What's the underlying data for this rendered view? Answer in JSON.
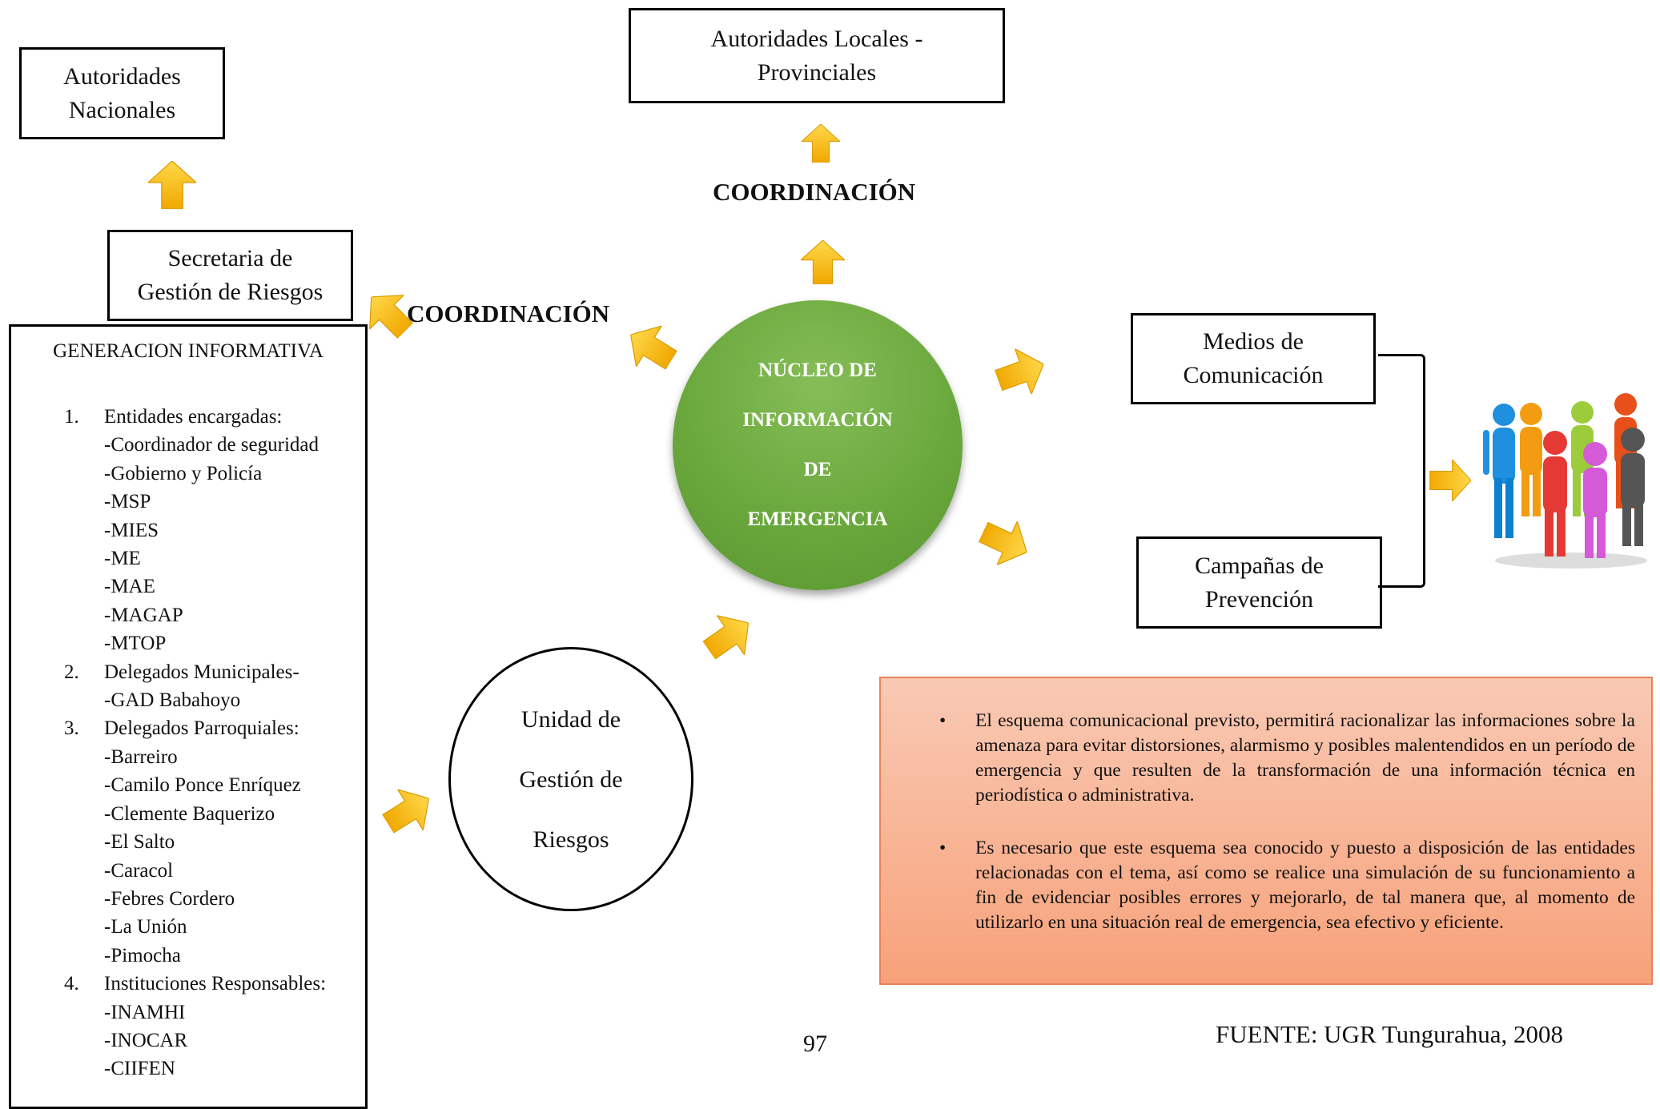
{
  "boxes": {
    "nacionales": "Autoridades\nNacionales",
    "locales": "Autoridades Locales -\nProvinciales",
    "secretaria": "Secretaria de\nGestión de Riesgos",
    "medios": "Medios de\nComunicación",
    "campanas": "Campañas de\nPrevención"
  },
  "coordination": [
    "COORDINACIÓN",
    "COORDINACIÓN"
  ],
  "nucleus": [
    "NÚCLEO DE",
    "INFORMACIÓN",
    "DE",
    "EMERGENCIA"
  ],
  "unidad": [
    "Unidad de",
    "Gestión de",
    "Riesgos"
  ],
  "generacion": {
    "title": "GENERACION INFORMATIVA",
    "groups": [
      {
        "num": "1.",
        "label": "Entidades encargadas:",
        "items": [
          "-Coordinador de seguridad",
          "-Gobierno y Policía",
          "-MSP",
          "-MIES",
          "-ME",
          "-MAE",
          "-MAGAP",
          "-MTOP"
        ]
      },
      {
        "num": "2.",
        "label": "Delegados Municipales-",
        "items": [
          "-GAD Babahoyo"
        ]
      },
      {
        "num": "3.",
        "label": "Delegados Parroquiales:",
        "items": [
          "-Barreiro",
          "-Camilo Ponce Enríquez",
          "-Clemente Baquerizo",
          "-El Salto",
          "-Caracol",
          "-Febres Cordero",
          "-La Unión",
          "-Pimocha"
        ]
      },
      {
        "num": "4.",
        "label": "Instituciones Responsables:",
        "items": [
          "-INAMHI",
          "-INOCAR",
          "-CIIFEN"
        ]
      }
    ]
  },
  "notes": {
    "bullet": "•",
    "items": [
      "El esquema comunicacional previsto, permitirá racionalizar las informaciones sobre la amenaza para evitar distorsiones, alarmismo y posibles malentendidos en un período de emergencia y que resulten de la transformación de una información técnica en periodística o administrativa.",
      "Es necesario que este esquema sea conocido y puesto a disposición de las entidades relacionadas con el tema, así como se realice una simulación de su funcionamiento a fin de evidenciar posibles errores y mejorarlo, de tal manera que, al momento de utilizarlo en una situación real de emergencia, sea efectivo y eficiente."
    ]
  },
  "page_number": "97",
  "source": "FUENTE: UGR Tungurahua, 2008",
  "colors": {
    "arrow": "#f5b800",
    "nucleus": "#6aa83d",
    "note_background": "#f7a27a",
    "people": [
      "#1f8fe0",
      "#f39c12",
      "#9ccc3c",
      "#e8501a",
      "#e53935",
      "#d55ad8",
      "#555555",
      "#0d7fd0"
    ]
  },
  "icons": {
    "arrows": "block-arrow-icon",
    "people": "people-group-icon"
  }
}
